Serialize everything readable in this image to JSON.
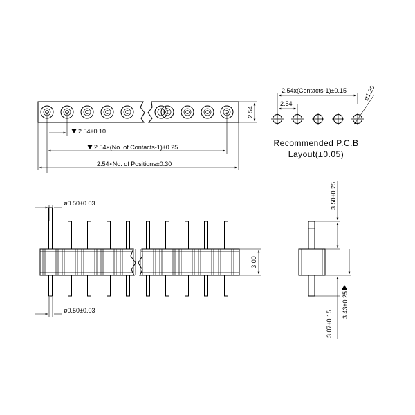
{
  "top_view": {
    "dim_pitch_ttl": "2.54±0.10",
    "dim_contacts": "2.54×(No. of Contacts-1)±0.25",
    "dim_positions": "2.54×No. of Positions±0.30",
    "dim_height": "2.54"
  },
  "pcb_layout": {
    "dim_contacts": "2.54x(Contacts-1)±0.15",
    "dim_pitch": "2.54",
    "dim_hole": "ø1.20",
    "title_line1": "Recommended  P.C.B",
    "title_line2": "Layout(±0.05)"
  },
  "front_view": {
    "dim_pin_top": "ø0.50±0.03",
    "dim_pin_bottom": "ø0.50±0.03",
    "dim_body": "3.00"
  },
  "side_view": {
    "dim_top": "3.50±0.25",
    "dim_bottom_inner": "3.43±0.25",
    "dim_bottom_outer": "3.07±0.15"
  }
}
